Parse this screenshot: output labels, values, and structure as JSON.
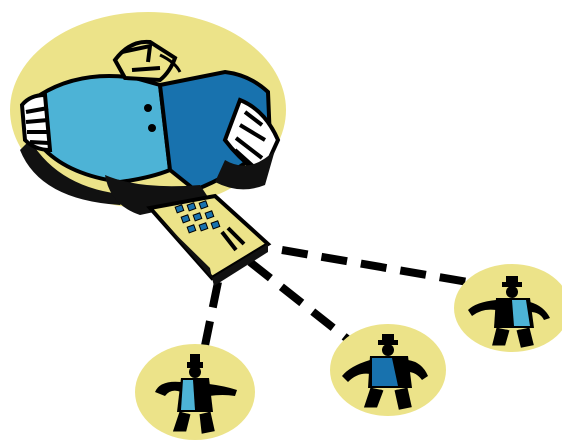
{
  "scene": {
    "kind": "clip-art illustration",
    "depicts": "communication-network",
    "colors": {
      "disc_yellow": "#ECE389",
      "shirt_light_blue": "#4DB3D6",
      "shirt_dark_blue": "#1872AE",
      "outline": "#000000",
      "background": "#FFFFFF"
    },
    "hub": {
      "icon": "caller-with-phone-icon"
    },
    "connections": [
      {
        "icon": "dashed-link-icon",
        "target": "person-left"
      },
      {
        "icon": "dashed-link-icon",
        "target": "person-middle"
      },
      {
        "icon": "dashed-link-icon",
        "target": "person-right"
      }
    ],
    "people": [
      {
        "id": "person-left",
        "icon": "person-icon"
      },
      {
        "id": "person-middle",
        "icon": "person-icon"
      },
      {
        "id": "person-right",
        "icon": "person-icon"
      }
    ]
  }
}
